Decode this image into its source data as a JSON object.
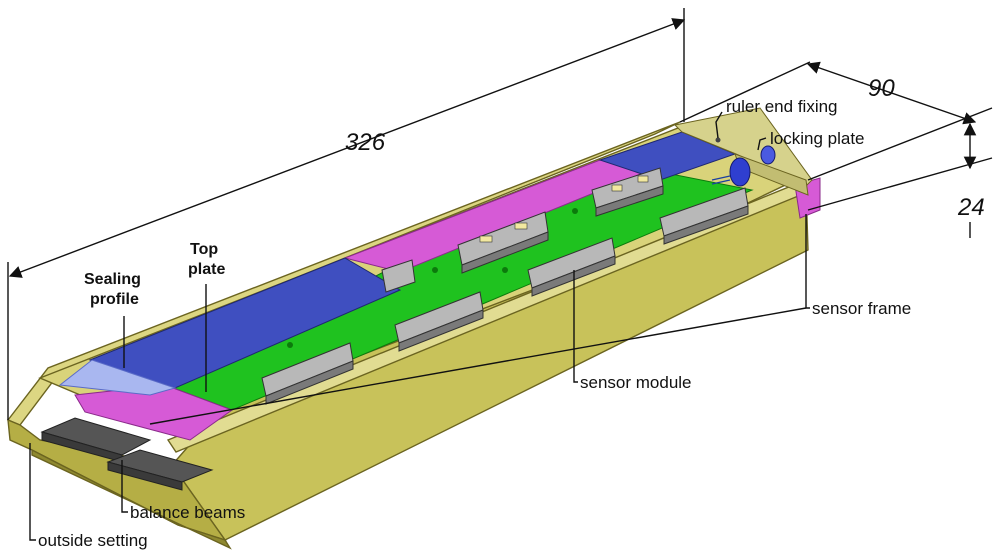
{
  "dimensions": {
    "length": "326",
    "width": "90",
    "height": "24"
  },
  "labels": {
    "ruler_end_fixing": "ruler end fixing",
    "locking_plate": "locking plate",
    "sealing_profile_line1": "Sealing",
    "sealing_profile_line2": "profile",
    "top_plate_line1": "Top",
    "top_plate_line2": "plate",
    "sensor_frame": "sensor frame",
    "sensor_module": "sensor module",
    "balance_beams": "balance beams",
    "outside_setting": "outside setting"
  },
  "colors": {
    "housing": "#c8c25a",
    "housing_dark": "#a39c3a",
    "housing_light": "#dcd682",
    "top_plate": "#3f4fc0",
    "sensor_frame": "#d65ad6",
    "pcb": "#1fc21f",
    "beam": "#555555",
    "end_cap": "#d6d28c",
    "module": "#a8a8a8"
  }
}
